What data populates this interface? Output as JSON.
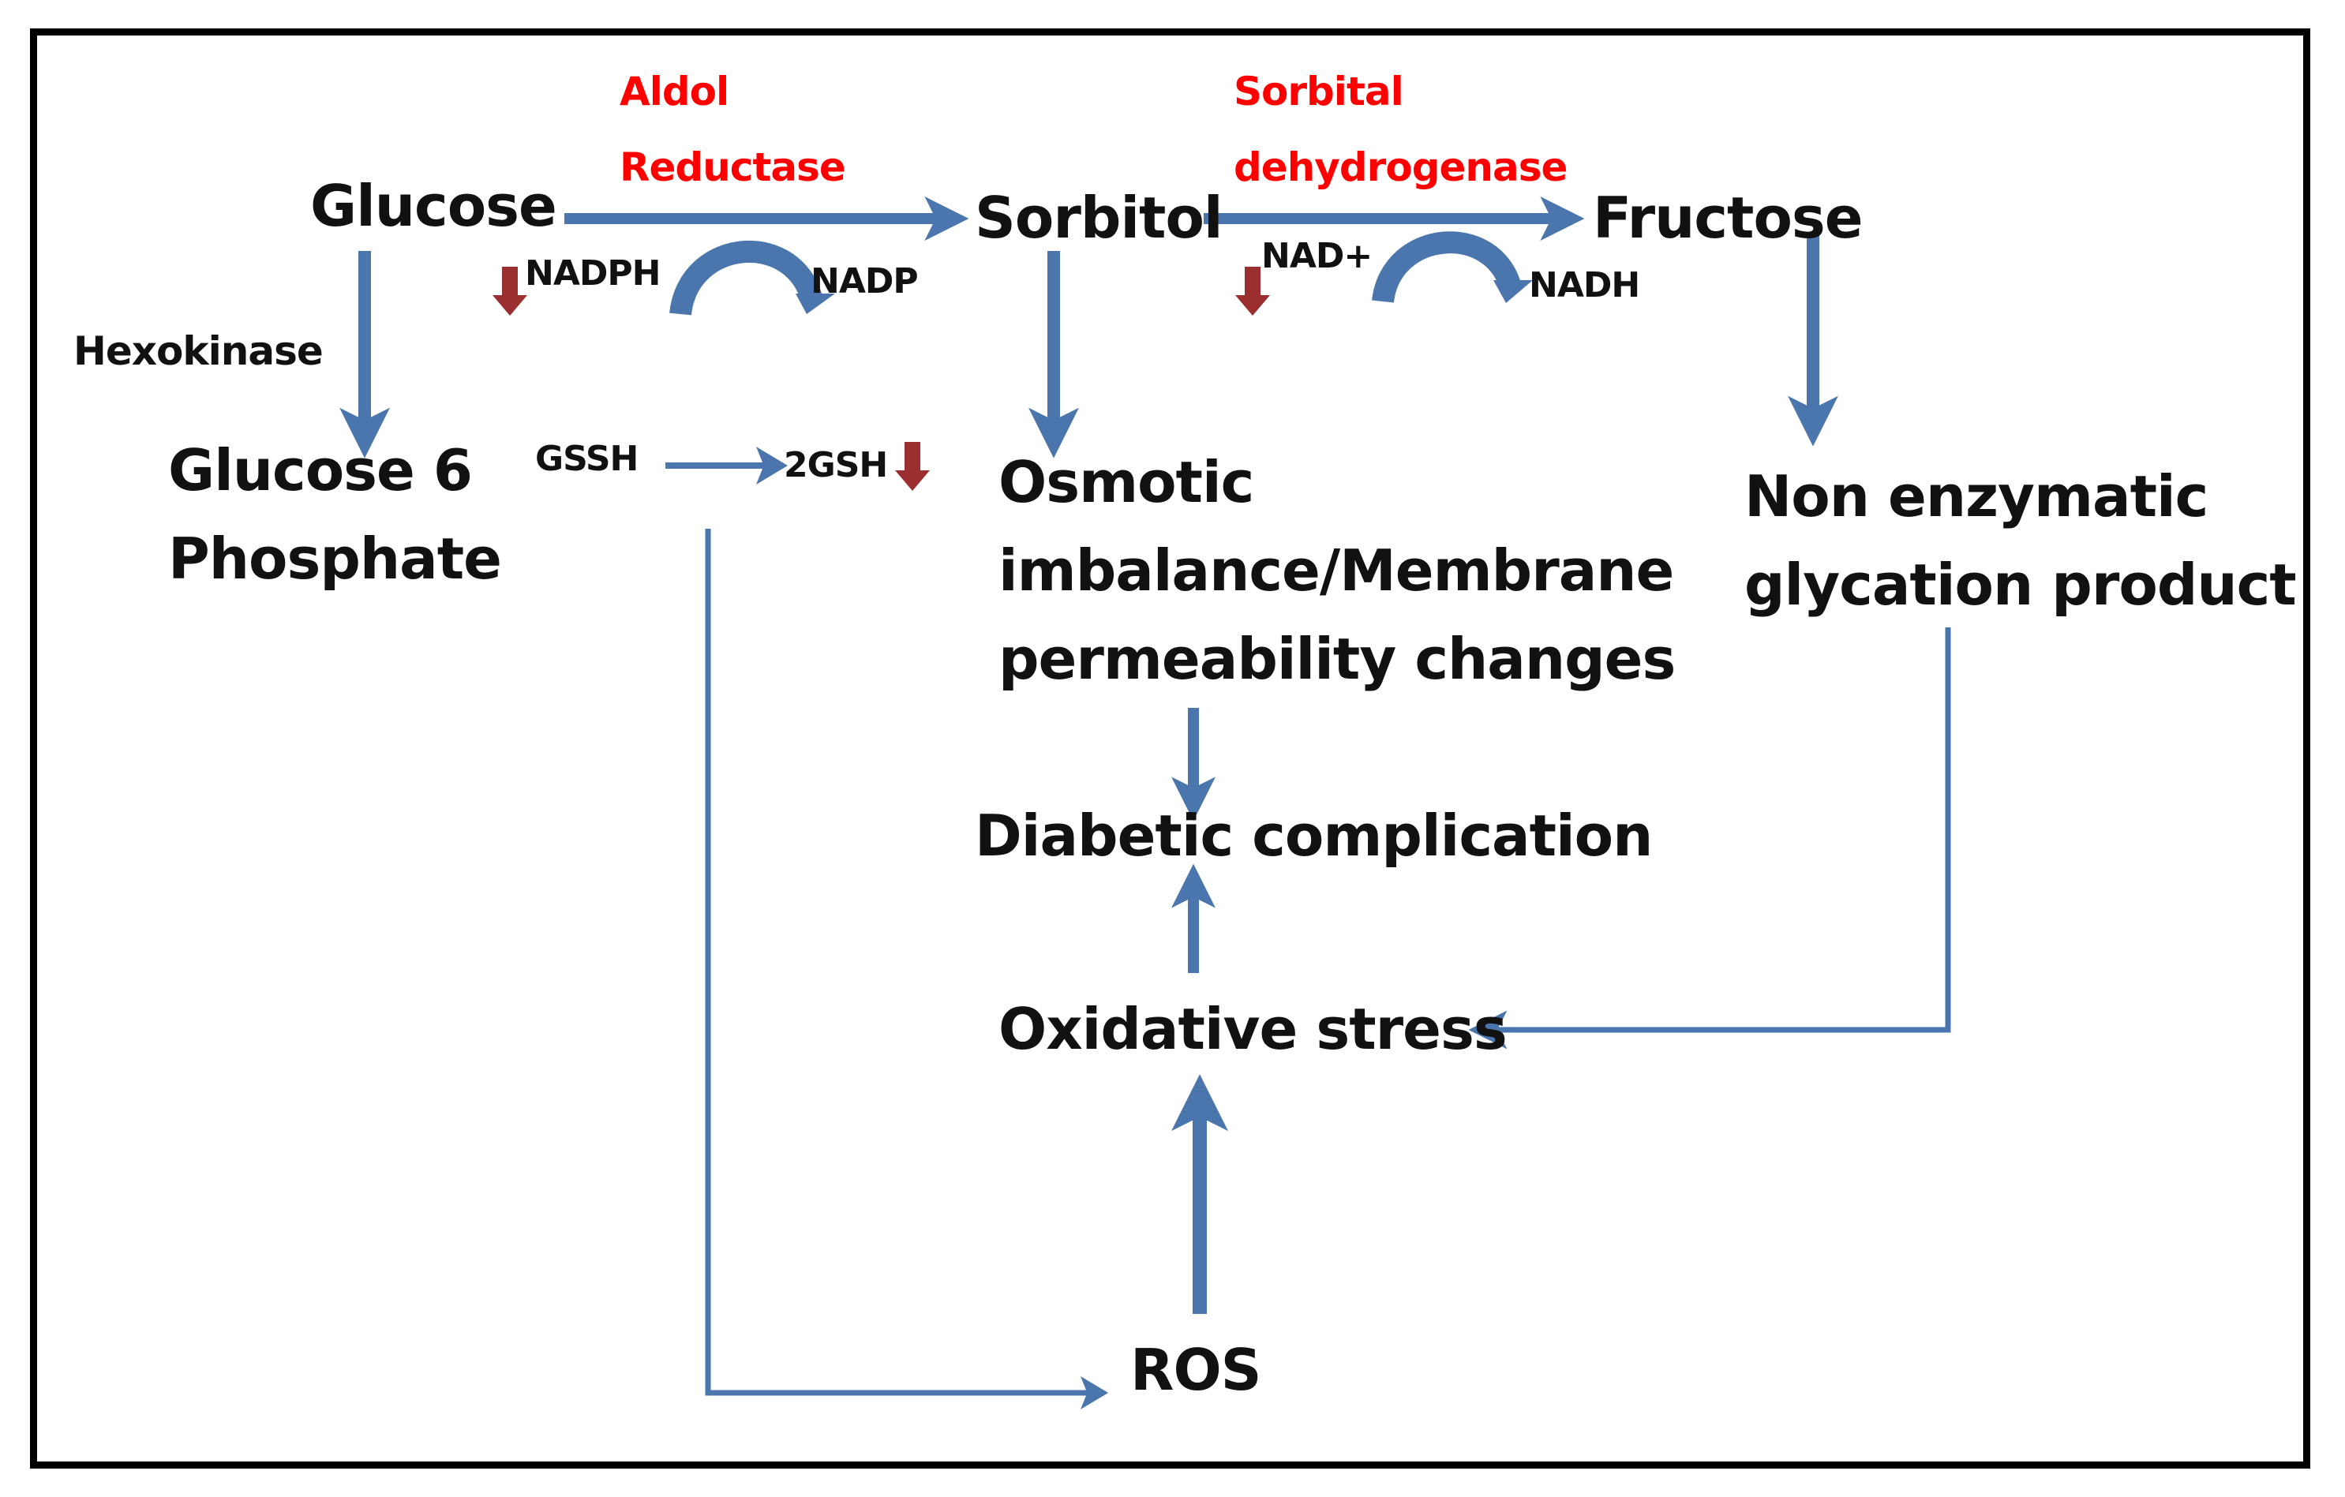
{
  "colors": {
    "arrow": "#4a76ad",
    "enzyme_text": "#ff0000",
    "down_marker": "#9b2f2f",
    "text": "#111111",
    "frame": "#000000"
  },
  "nodes": {
    "glucose": "Glucose",
    "sorbitol": "Sorbitol",
    "fructose": "Fructose",
    "glucose6p_line1": "Glucose 6",
    "glucose6p_line2": "Phosphate",
    "osmotic_line1": "Osmotic",
    "osmotic_line2": "imbalance/Membrane",
    "osmotic_line3": "permeability changes",
    "nonenzymatic_line1": "Non enzymatic",
    "nonenzymatic_line2": "glycation product",
    "diabetic": "Diabetic complication",
    "oxidative": "Oxidative stress",
    "ros": "ROS"
  },
  "enzymes": {
    "aldol_line1": "Aldol",
    "aldol_line2": "Reductase",
    "sorbital_line1": "Sorbital",
    "sorbital_line2": "dehydrogenase",
    "hexokinase": "Hexokinase"
  },
  "cofactors": {
    "nadph": "NADPH",
    "nadp": "NADP",
    "nad_plus": "NAD+",
    "nadh": "NADH",
    "gssh": "GSSH",
    "two_gsh": "2GSH"
  },
  "icons": {
    "down_marker": "down-arrow-icon",
    "cycle_arrow": "curved-arrow-icon"
  }
}
